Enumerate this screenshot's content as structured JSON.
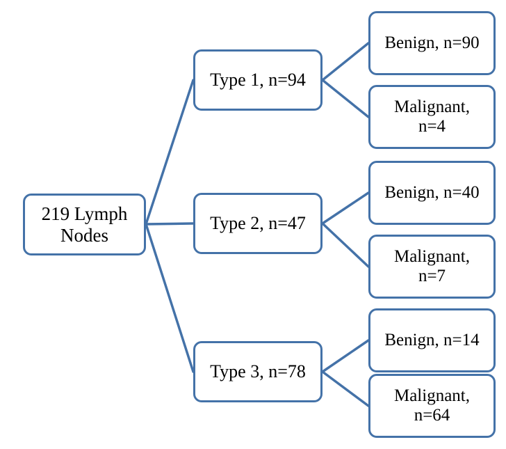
{
  "diagram": {
    "type": "flowchart-tree",
    "orientation": "left-to-right",
    "colors": {
      "node_border": "#4472a8",
      "node_fill": "#ffffff",
      "connector": "#4472a8",
      "text": "#000000"
    },
    "root": {
      "id": "root",
      "label": "219 Lymph\nNodes",
      "total": 219
    },
    "branches": [
      {
        "id": "type-1",
        "label": "Type 1, n=94",
        "name": "Type 1",
        "n": 94,
        "children": [
          {
            "id": "type-1-benign",
            "label": "Benign, n=90",
            "outcome": "Benign",
            "n": 90
          },
          {
            "id": "type-1-malignant",
            "label": "Malignant,\nn=4",
            "outcome": "Malignant",
            "n": 4
          }
        ]
      },
      {
        "id": "type-2",
        "label": "Type 2, n=47",
        "name": "Type 2",
        "n": 47,
        "children": [
          {
            "id": "type-2-benign",
            "label": "Benign, n=40",
            "outcome": "Benign",
            "n": 40
          },
          {
            "id": "type-2-malignant",
            "label": "Malignant,\nn=7",
            "outcome": "Malignant",
            "n": 7
          }
        ]
      },
      {
        "id": "type-3",
        "label": "Type 3, n=78",
        "name": "Type 3",
        "n": 78,
        "children": [
          {
            "id": "type-3-benign",
            "label": "Benign, n=14",
            "outcome": "Benign",
            "n": 14
          },
          {
            "id": "type-3-malignant",
            "label": "Malignant,\nn=64",
            "outcome": "Malignant",
            "n": 64
          }
        ]
      }
    ]
  }
}
